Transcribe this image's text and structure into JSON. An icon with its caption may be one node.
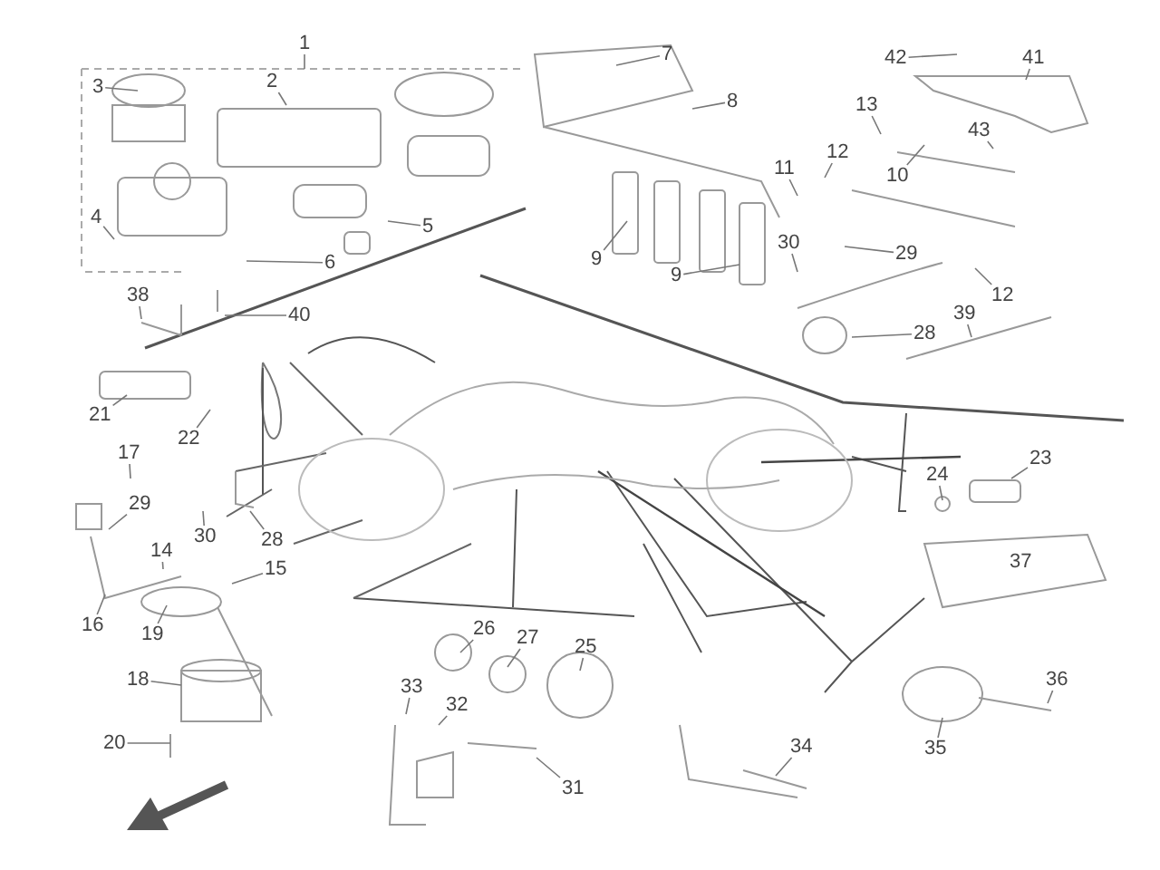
{
  "diagram": {
    "nodes": [
      {
        "text": [
          "1"
        ]
      },
      {
        "text": [
          "2"
        ]
      },
      {
        "text": [
          "3"
        ]
      },
      {
        "text": [
          "4"
        ]
      },
      {
        "text": [
          "5"
        ]
      },
      {
        "text": [
          "6"
        ]
      },
      {
        "text": [
          "40"
        ]
      },
      {
        "text": [
          "38"
        ]
      },
      {
        "text": [
          "7"
        ]
      },
      {
        "text": [
          "8"
        ]
      },
      {
        "text": [
          "9"
        ]
      },
      {
        "text": [
          "9"
        ]
      },
      {
        "text": [
          "11"
        ]
      },
      {
        "text": [
          "12"
        ]
      },
      {
        "text": [
          "13"
        ]
      },
      {
        "text": [
          "10"
        ]
      },
      {
        "text": [
          "42"
        ]
      },
      {
        "text": [
          "41"
        ]
      },
      {
        "text": [
          "43"
        ]
      },
      {
        "text": [
          "30"
        ]
      },
      {
        "text": [
          "29"
        ]
      },
      {
        "text": [
          "12"
        ]
      },
      {
        "text": [
          "39"
        ]
      },
      {
        "text": [
          "28"
        ]
      },
      {
        "text": [
          "21"
        ]
      },
      {
        "text": [
          "22"
        ]
      },
      {
        "text": [
          "17"
        ]
      },
      {
        "text": [
          "29"
        ]
      },
      {
        "text": [
          "14"
        ]
      },
      {
        "text": [
          "30"
        ]
      },
      {
        "text": [
          "28"
        ]
      },
      {
        "text": [
          "15"
        ]
      },
      {
        "text": [
          "16"
        ]
      },
      {
        "text": [
          "19"
        ]
      },
      {
        "text": [
          "18"
        ]
      },
      {
        "text": [
          "20"
        ]
      },
      {
        "text": [
          "23"
        ]
      },
      {
        "text": [
          "24"
        ]
      },
      {
        "text": [
          "26"
        ]
      },
      {
        "text": [
          "27"
        ]
      },
      {
        "text": [
          "25"
        ]
      },
      {
        "text": [
          "33"
        ]
      },
      {
        "text": [
          "32"
        ]
      },
      {
        "text": [
          "31"
        ]
      },
      {
        "text": [
          "34"
        ]
      },
      {
        "text": [
          "36"
        ]
      },
      {
        "text": [
          "35"
        ]
      }
    ],
    "edges": [
      {
        "from": 0,
        "to": null,
        "arrow": "none"
      },
      {
        "from": 1,
        "to": null,
        "arrow": "none"
      },
      {
        "from": 2,
        "to": null,
        "arrow": "none"
      },
      {
        "from": 3,
        "to": null,
        "arrow": "none"
      },
      {
        "from": 4,
        "to": null,
        "arrow": "none"
      },
      {
        "from": 5,
        "to": null,
        "arrow": "none"
      },
      {
        "from": 6,
        "to": null,
        "arrow": "none"
      },
      {
        "from": 7,
        "to": null,
        "arrow": "none"
      },
      {
        "from": 8,
        "to": null,
        "arrow": "none"
      },
      {
        "from": 9,
        "to": null,
        "arrow": "none"
      },
      {
        "from": 10,
        "to": null,
        "arrow": "none"
      },
      {
        "from": 11,
        "to": null,
        "arrow": "none"
      },
      {
        "from": 12,
        "to": null,
        "arrow": "none"
      },
      {
        "from": 13,
        "to": null,
        "arrow": "none"
      },
      {
        "from": 14,
        "to": null,
        "arrow": "none"
      },
      {
        "from": 15,
        "to": null,
        "arrow": "none"
      },
      {
        "from": 16,
        "to": null,
        "arrow": "none"
      },
      {
        "from": 17,
        "to": null,
        "arrow": "none"
      },
      {
        "from": 18,
        "to": null,
        "arrow": "none"
      },
      {
        "from": 19,
        "to": null,
        "arrow": "none"
      },
      {
        "from": 20,
        "to": null,
        "arrow": "none"
      },
      {
        "from": 21,
        "to": null,
        "arrow": "none"
      },
      {
        "from": 22,
        "to": null,
        "arrow": "none"
      },
      {
        "from": 23,
        "to": null,
        "arrow": "none"
      },
      {
        "from": 24,
        "to": null,
        "arrow": "none"
      },
      {
        "from": 25,
        "to": null,
        "arrow": "none"
      },
      {
        "from": 26,
        "to": null,
        "arrow": "none"
      },
      {
        "from": 27,
        "to": null,
        "arrow": "none"
      },
      {
        "from": 28,
        "to": null,
        "arrow": "none"
      },
      {
        "from": 29,
        "to": null,
        "arrow": "none"
      },
      {
        "from": 30,
        "to": null,
        "arrow": "none"
      },
      {
        "from": 31,
        "to": null,
        "arrow": "none"
      },
      {
        "from": 32,
        "to": null,
        "arrow": "none"
      },
      {
        "from": 33,
        "to": null,
        "arrow": "none"
      },
      {
        "from": 34,
        "to": null,
        "arrow": "none"
      },
      {
        "from": 35,
        "to": null,
        "arrow": "none"
      },
      {
        "from": 36,
        "to": null,
        "arrow": "none"
      },
      {
        "from": 37,
        "to": null,
        "arrow": "none"
      },
      {
        "from": 38,
        "to": null,
        "arrow": "none"
      },
      {
        "from": 39,
        "to": null,
        "arrow": "none"
      },
      {
        "from": 40,
        "to": null,
        "arrow": "none"
      },
      {
        "from": 41,
        "to": null,
        "arrow": "none"
      },
      {
        "from": 42,
        "to": null,
        "arrow": "none"
      },
      {
        "from": 43,
        "to": null,
        "arrow": "none"
      },
      {
        "from": 44,
        "to": null,
        "arrow": "none"
      },
      {
        "from": 45,
        "to": null,
        "arrow": "none"
      },
      {
        "from": 46,
        "to": null,
        "arrow": "none"
      }
    ],
    "labels": [
      "37"
    ]
  }
}
